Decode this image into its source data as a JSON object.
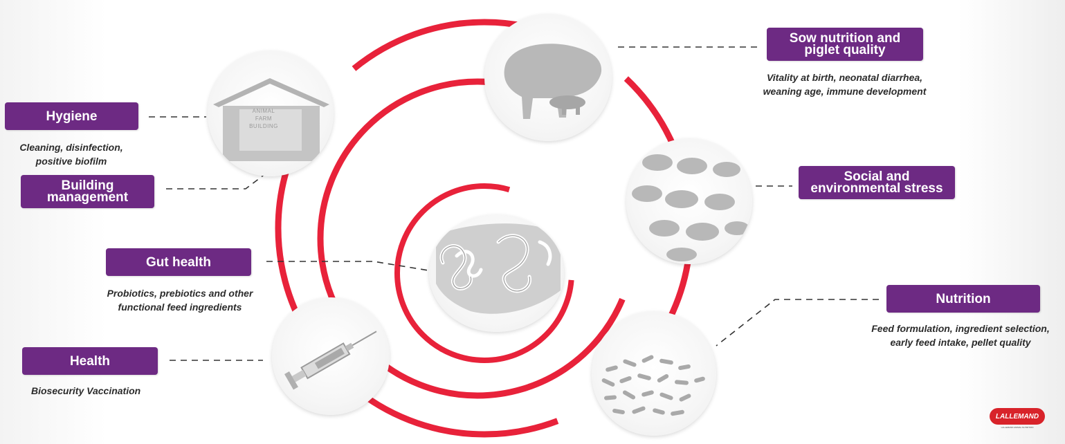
{
  "colors": {
    "ring": "#e8223a",
    "tag": "#6d2a83",
    "image_gray": "#b8b8b8",
    "dashed_line": "#333333"
  },
  "hygiene": {
    "label": "Hygiene",
    "desc": "Cleaning, disinfection,\npositive biofilm"
  },
  "building": {
    "label": "Building\nmanagement",
    "sign": "ANIMAL\nFARM\nBUILDING"
  },
  "gut": {
    "label": "Gut health",
    "desc": "Probiotics, prebiotics and other\nfunctional feed ingredients"
  },
  "health": {
    "label": "Health",
    "desc": "Biosecurity Vaccination"
  },
  "sow": {
    "label": "Sow nutrition and\npiglet quality",
    "desc": "Vitality at birth, neonatal diarrhea,\nweaning age, immune development"
  },
  "social": {
    "label": "Social and\nenvironmental stress"
  },
  "nutrition": {
    "label": "Nutrition",
    "desc": "Feed formulation, ingredient selection,\nearly feed intake, pellet quality"
  },
  "logo": {
    "name": "LALLEMAND",
    "sub": "LALLEMAND ANIMAL NUTRITION"
  },
  "icons": [
    "building-icon",
    "pig-icon",
    "piglets-icon",
    "gut-icon",
    "syringe-icon",
    "pellets-icon"
  ]
}
